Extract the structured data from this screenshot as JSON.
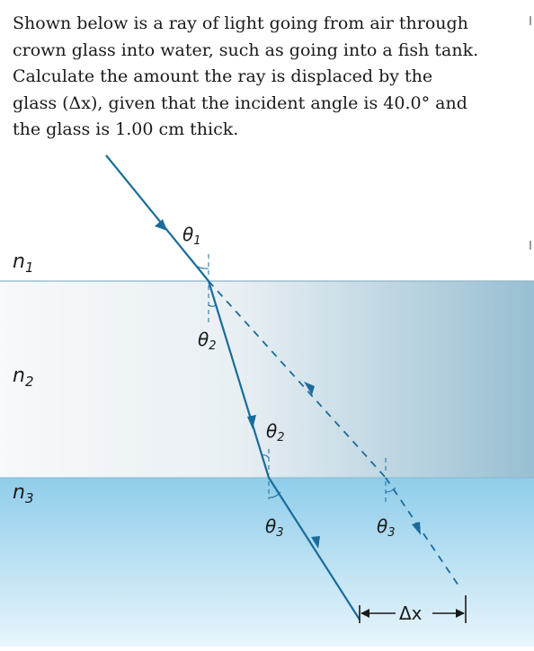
{
  "problem": {
    "line1": "Shown below is a ray of light going from air through",
    "line2": "crown glass into water, such as going into a fish tank.",
    "line3": "Calculate the amount the ray is displaced by the",
    "line4_pre": "glass ",
    "line4_math": "(Δx)",
    "line4_post": ", given that the incident angle is ",
    "angle_value": "40.0°",
    "line4_tail": " and",
    "line5": "the glass is 1.00 cm thick."
  },
  "figure": {
    "n1": "n",
    "n1_sub": "1",
    "n2": "n",
    "n2_sub": "2",
    "n3": "n",
    "n3_sub": "3",
    "theta1": "θ",
    "theta1_sub": "1",
    "theta2_a": "θ",
    "theta2_a_sub": "2",
    "theta2_b": "θ",
    "theta2_b_sub": "2",
    "theta3_a": "θ",
    "theta3_a_sub": "3",
    "theta3_b": "θ",
    "theta3_b_sub": "3",
    "delta_x": "Δx",
    "colors": {
      "ray": "#1a6c9a",
      "glass_light": "#f6f8fa",
      "glass_dark": "#9ec3d5",
      "water_top": "#8dcbe8",
      "water_bottom": "#e6f4fb",
      "interface": "#8ab2c4"
    }
  }
}
